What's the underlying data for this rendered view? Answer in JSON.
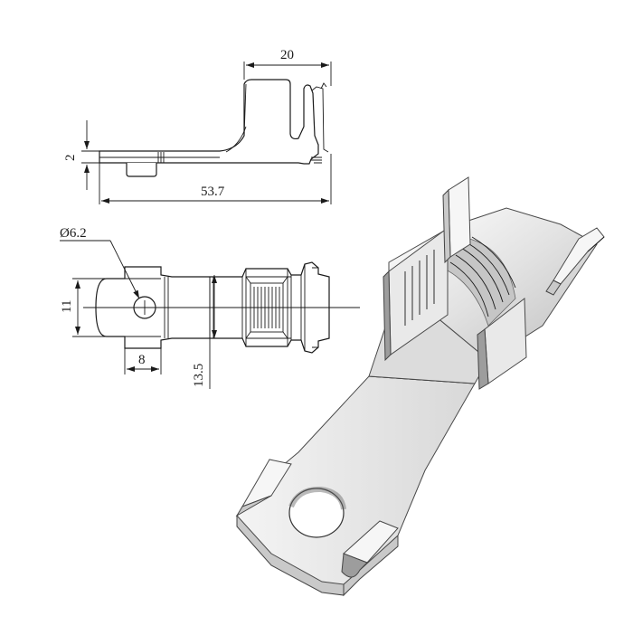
{
  "dimensions": {
    "side_length": "20",
    "thickness": "2",
    "overall_length": "53.7",
    "hole_diameter": "Ø6.2",
    "tab_width": "11",
    "slot_width": "8",
    "overall_width": "13.5"
  }
}
